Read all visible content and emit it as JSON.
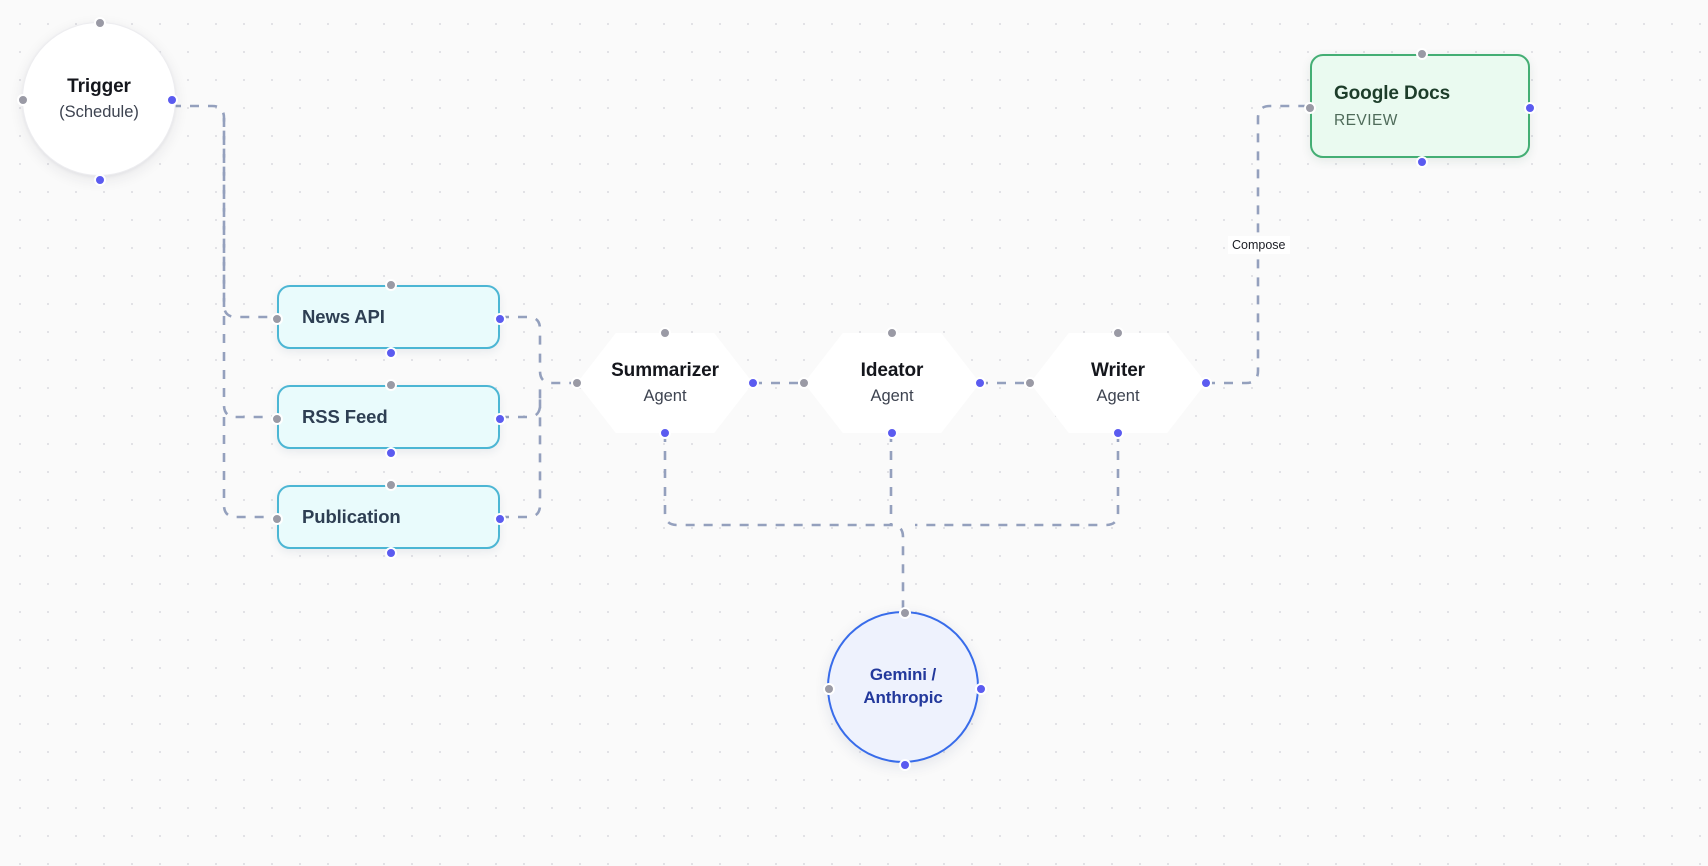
{
  "canvas": {
    "background_color": "#fafafa",
    "grid_dot_color": "#e2e2e6",
    "edge_color": "#94a0bd"
  },
  "nodes": {
    "trigger": {
      "title": "Trigger",
      "subtitle": "(Schedule)",
      "shape": "circle",
      "accent": "#ededf0"
    },
    "sources": [
      {
        "title": "News API",
        "shape": "rounded-rect",
        "accent": "#4cb6d4"
      },
      {
        "title": "RSS Feed",
        "shape": "rounded-rect",
        "accent": "#4cb6d4"
      },
      {
        "title": "Publication",
        "shape": "rounded-rect",
        "accent": "#4cb6d4"
      }
    ],
    "agents": [
      {
        "title": "Summarizer",
        "subtitle": "Agent",
        "shape": "hexagon"
      },
      {
        "title": "Ideator",
        "subtitle": "Agent",
        "shape": "hexagon"
      },
      {
        "title": "Writer",
        "subtitle": "Agent",
        "shape": "hexagon"
      }
    ],
    "llm": {
      "title_line1": "Gemini /",
      "title_line2": "Anthropic",
      "shape": "circle",
      "accent": "#386cea"
    },
    "output": {
      "title": "Google Docs",
      "subtitle": "REVIEW",
      "shape": "rounded-rect",
      "accent": "#44ae74"
    }
  },
  "edge_labels": [
    {
      "text": "Compose"
    }
  ]
}
